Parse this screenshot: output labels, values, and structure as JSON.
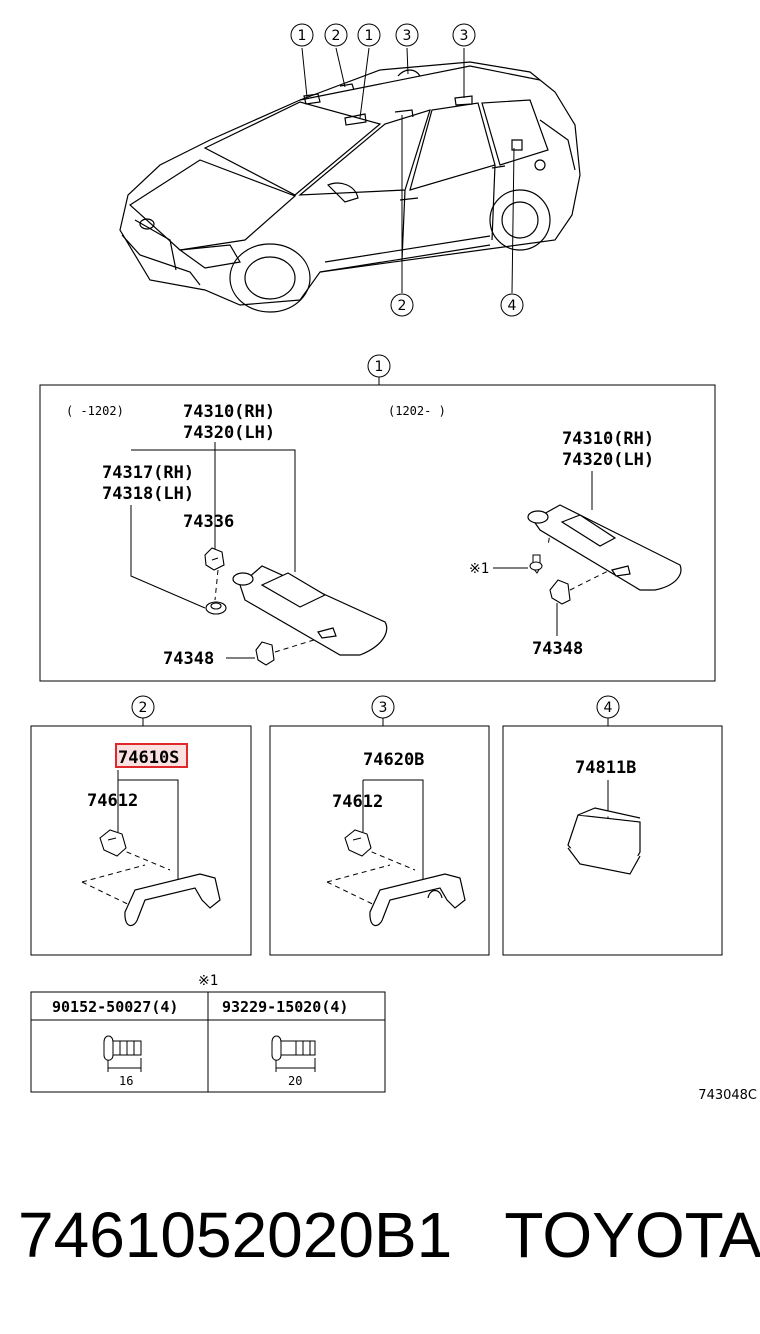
{
  "top_callouts": [
    "1",
    "2",
    "1",
    "3",
    "3"
  ],
  "car_callouts": [
    "2",
    "4"
  ],
  "section_callouts": {
    "s1": "1",
    "s2": "2",
    "s3": "3",
    "s4": "4"
  },
  "section1": {
    "range_left": "(    -1202)",
    "range_right": "(1202-    )",
    "left_visor_rh": "74310(RH)",
    "left_visor_lh": "74320(LH)",
    "holder_rh": "74317(RH)",
    "holder_lh": "74318(LH)",
    "clip": "74336",
    "bracket_left": "74348",
    "right_visor_rh": "74310(RH)",
    "right_visor_lh": "74320(LH)",
    "screw_note": "※1",
    "bracket_right": "74348"
  },
  "section2": {
    "assembly": "74610S",
    "cover": "74612"
  },
  "section3": {
    "assembly": "74620B",
    "cover": "74612"
  },
  "section4": {
    "part": "74811B"
  },
  "fastener_table": {
    "note": "※1",
    "col1": "90152-50027(4)",
    "col2": "93229-15020(4)",
    "len1": "16",
    "len2": "20"
  },
  "diagram_ref": "743048C",
  "footer": {
    "part_number": "7461052020B1",
    "brand": "TOYOTA"
  }
}
